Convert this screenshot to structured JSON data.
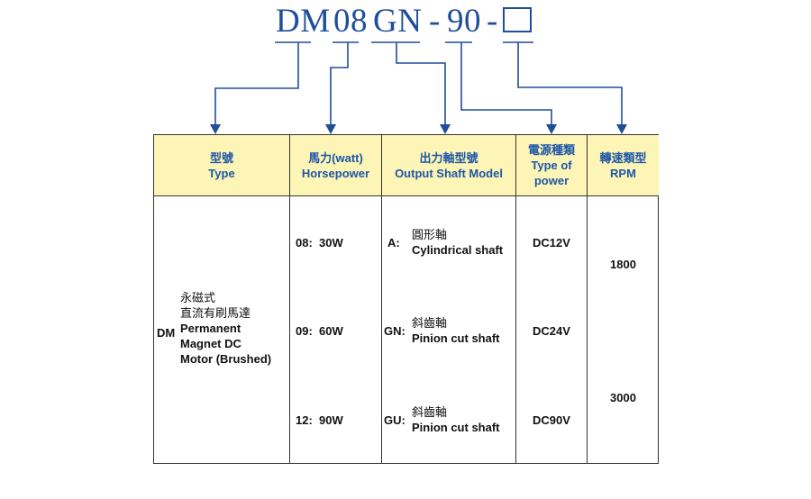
{
  "model_code": {
    "prefix": "DM",
    "power": "08",
    "shaft": "GN",
    "sep1": "-",
    "rpm": "90",
    "sep2": "-",
    "blank": "□"
  },
  "columns": [
    {
      "title_cn": "型號",
      "title_en": "Type"
    },
    {
      "title_cn": "馬力(watt)",
      "title_en": "Horsepower"
    },
    {
      "title_cn": "出力軸型號",
      "title_en": "Output Shaft Model"
    },
    {
      "title_cn": "電源種類",
      "title_en": "Type of power"
    },
    {
      "title_cn": "轉速類型",
      "title_en": "RPM"
    }
  ],
  "type": {
    "code": "DM",
    "desc_cn_1": "永磁式",
    "desc_cn_2": "直流有刷馬達",
    "desc_en_1": "Permanent",
    "desc_en_2": "Magnet DC",
    "desc_en_3": "Motor (Brushed)"
  },
  "horsepower": [
    {
      "code": "08:",
      "value": "30W"
    },
    {
      "code": "09:",
      "value": "60W"
    },
    {
      "code": "12:",
      "value": "90W"
    }
  ],
  "shaft": [
    {
      "code": "A:",
      "cn": "圓形軸",
      "en": "Cylindrical shaft"
    },
    {
      "code": "GN:",
      "cn": "斜齒軸",
      "en": "Pinion cut shaft"
    },
    {
      "code": "GU:",
      "cn": "斜齒軸",
      "en": "Pinion cut shaft"
    }
  ],
  "power": [
    "DC12V",
    "DC24V",
    "DC90V"
  ],
  "rpm": [
    "1800",
    "3000"
  ],
  "colors": {
    "accent": "#1e56a8",
    "header_bg": "#fcf5b5"
  }
}
